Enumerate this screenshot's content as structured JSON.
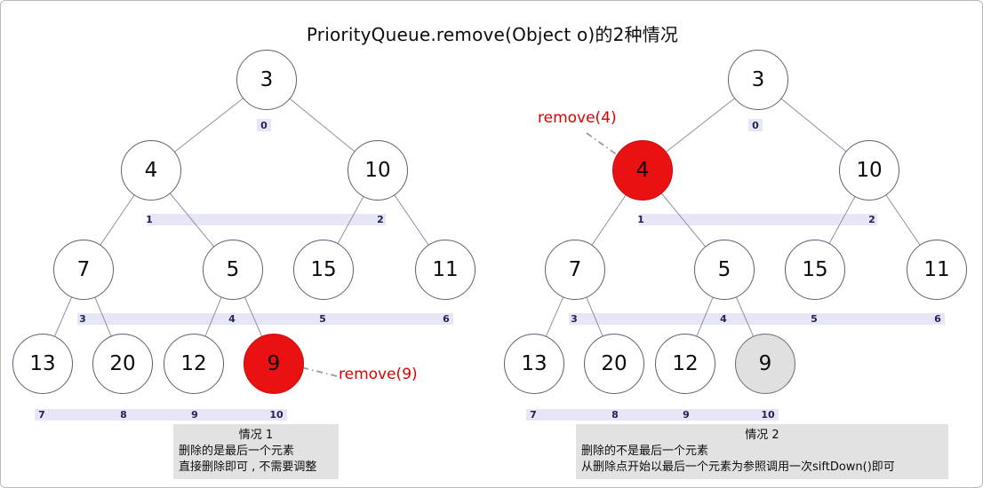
{
  "title": "PriorityQueue.remove(Object o)的2种情况",
  "colors": {
    "highlight_red": "#e91111",
    "removed_gray": "#e0e0e0",
    "remove_text_red": "#dd0000",
    "index_bar_lavender": "#e6e6f7"
  },
  "cases": [
    {
      "remove_label": "remove(9)",
      "caption_title": "情况 1",
      "caption_line1": "删除的是最后一个元素",
      "caption_line2": "直接删除即可 , 不需要调整",
      "nodes": [
        {
          "value": "3",
          "index": "0"
        },
        {
          "value": "4",
          "index": "1"
        },
        {
          "value": "10",
          "index": "2"
        },
        {
          "value": "7",
          "index": "3"
        },
        {
          "value": "5",
          "index": "4"
        },
        {
          "value": "15",
          "index": "5"
        },
        {
          "value": "11",
          "index": "6"
        },
        {
          "value": "13",
          "index": "7"
        },
        {
          "value": "20",
          "index": "8"
        },
        {
          "value": "12",
          "index": "9"
        },
        {
          "value": "9",
          "index": "10",
          "highlight": "red"
        }
      ]
    },
    {
      "remove_label": "remove(4)",
      "caption_title": "情况 2",
      "caption_line1": "删除的不是最后一个元素",
      "caption_line2": "从删除点开始以最后一个元素为参照调用一次siftDown()即可",
      "nodes": [
        {
          "value": "3",
          "index": "0"
        },
        {
          "value": "4",
          "index": "1",
          "highlight": "red"
        },
        {
          "value": "10",
          "index": "2"
        },
        {
          "value": "7",
          "index": "3"
        },
        {
          "value": "5",
          "index": "4"
        },
        {
          "value": "15",
          "index": "5"
        },
        {
          "value": "11",
          "index": "6"
        },
        {
          "value": "13",
          "index": "7"
        },
        {
          "value": "20",
          "index": "8"
        },
        {
          "value": "12",
          "index": "9"
        },
        {
          "value": "9",
          "index": "10",
          "highlight": "gray"
        }
      ]
    }
  ]
}
